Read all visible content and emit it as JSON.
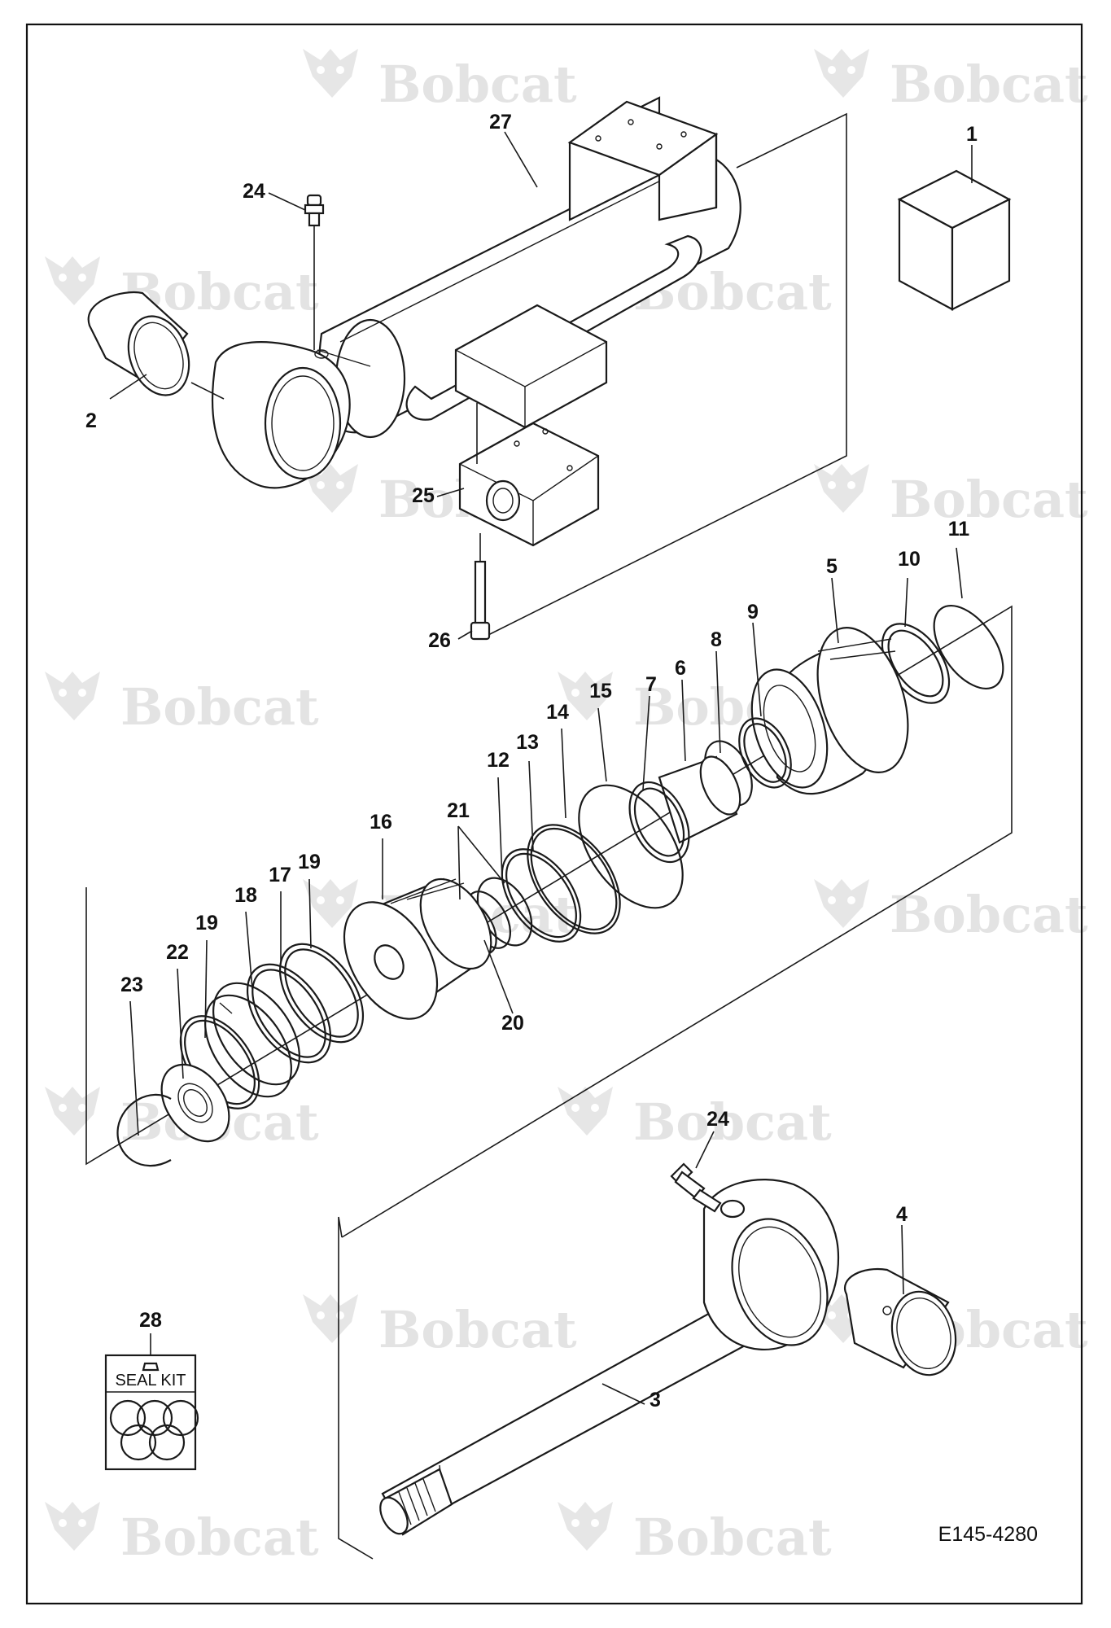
{
  "watermark": {
    "brand": "Bobcat"
  },
  "drawing_code": "E145-4280",
  "seal_kit_label": "SEAL KIT",
  "callouts": [
    {
      "id": "c1",
      "label": "1"
    },
    {
      "id": "c2",
      "label": "2"
    },
    {
      "id": "c3",
      "label": "3"
    },
    {
      "id": "c4",
      "label": "4"
    },
    {
      "id": "c5",
      "label": "5"
    },
    {
      "id": "c6",
      "label": "6"
    },
    {
      "id": "c7",
      "label": "7"
    },
    {
      "id": "c8",
      "label": "8"
    },
    {
      "id": "c9",
      "label": "9"
    },
    {
      "id": "c10",
      "label": "10"
    },
    {
      "id": "c11",
      "label": "11"
    },
    {
      "id": "c12",
      "label": "12"
    },
    {
      "id": "c13",
      "label": "13"
    },
    {
      "id": "c14",
      "label": "14"
    },
    {
      "id": "c15",
      "label": "15"
    },
    {
      "id": "c16",
      "label": "16"
    },
    {
      "id": "c17",
      "label": "17"
    },
    {
      "id": "c18",
      "label": "18"
    },
    {
      "id": "c19a",
      "label": "19"
    },
    {
      "id": "c19b",
      "label": "19"
    },
    {
      "id": "c20",
      "label": "20"
    },
    {
      "id": "c21",
      "label": "21"
    },
    {
      "id": "c22",
      "label": "22"
    },
    {
      "id": "c23",
      "label": "23"
    },
    {
      "id": "c24a",
      "label": "24"
    },
    {
      "id": "c24b",
      "label": "24"
    },
    {
      "id": "c25",
      "label": "25"
    },
    {
      "id": "c26",
      "label": "26"
    },
    {
      "id": "c27",
      "label": "27"
    },
    {
      "id": "c28",
      "label": "28"
    }
  ]
}
